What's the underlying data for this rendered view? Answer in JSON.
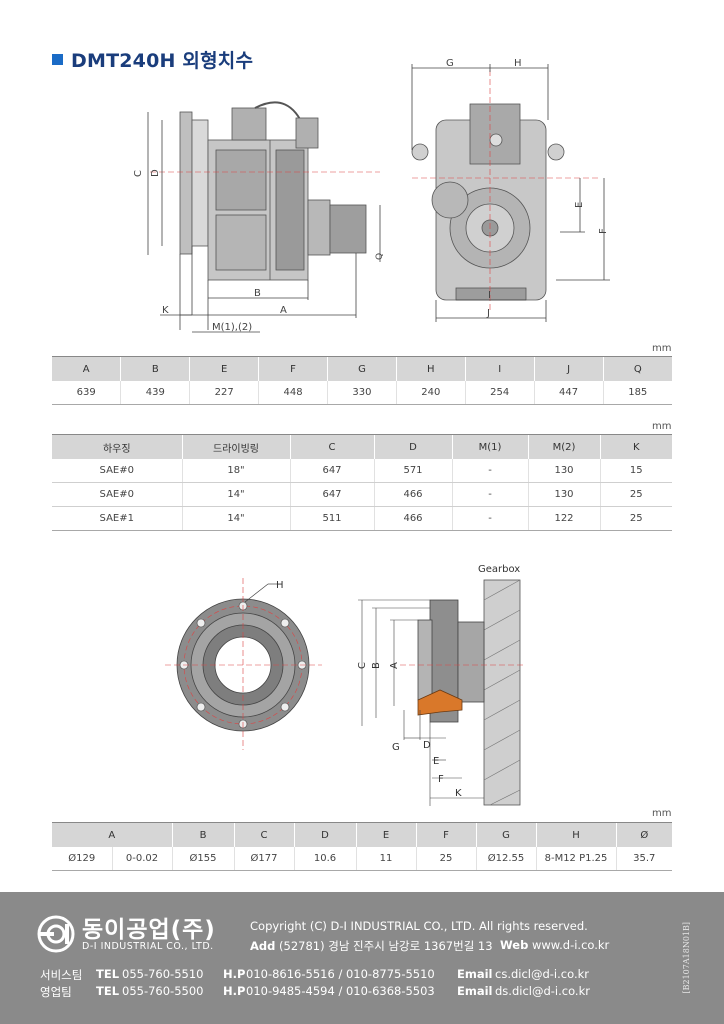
{
  "title": "DMT240H 외형치수",
  "unit": "mm",
  "colors": {
    "title": "#1a3d7c",
    "accent": "#1a6bc6",
    "footer_bg": "#8a8a8a",
    "coupling_highlight": "#d9782a"
  },
  "top_drawing": {
    "labels": {
      "C": "C",
      "D": "D",
      "K": "K",
      "B": "B",
      "A": "A",
      "M": "M(1),(2)",
      "Q": "Q",
      "G": "G",
      "H": "H",
      "E": "E",
      "F": "F",
      "I": "I",
      "J": "J"
    }
  },
  "table1": {
    "headers": [
      "A",
      "B",
      "E",
      "F",
      "G",
      "H",
      "I",
      "J",
      "Q"
    ],
    "rows": [
      [
        "639",
        "439",
        "227",
        "448",
        "330",
        "240",
        "254",
        "447",
        "185"
      ]
    ]
  },
  "table2": {
    "headers": [
      "하우징",
      "드라이빙링",
      "C",
      "D",
      "M(1)",
      "M(2)",
      "K"
    ],
    "rows": [
      [
        "SAE#0",
        "18\"",
        "647",
        "571",
        "-",
        "130",
        "15"
      ],
      [
        "SAE#0",
        "14\"",
        "647",
        "466",
        "-",
        "130",
        "25"
      ],
      [
        "SAE#1",
        "14\"",
        "511",
        "466",
        "-",
        "122",
        "25"
      ]
    ]
  },
  "coupling_drawing": {
    "gearbox_label": "Gearbox",
    "labels": {
      "H": "H",
      "C": "C",
      "B": "B",
      "A": "A",
      "G": "G",
      "D": "D",
      "E": "E",
      "F": "F",
      "K": "K"
    }
  },
  "table3": {
    "headers": [
      "A",
      "B",
      "C",
      "D",
      "E",
      "F",
      "G",
      "H",
      "Ø"
    ],
    "rows": [
      [
        "Ø129",
        "0-0.02",
        "Ø155",
        "Ø177",
        "10.6",
        "11",
        "25",
        "Ø12.55",
        "8-M12 P1.25",
        "35.7"
      ]
    ]
  },
  "footer": {
    "brand_kr": "동이공업(주)",
    "brand_en": "D-I INDUSTRIAL CO., LTD.",
    "copyright": "Copyright (C) D-I INDUSTRIAL CO., LTD. All rights reserved.",
    "addr_label": "Add",
    "addr_value": "(52781) 경남 진주시 남강로 1367번길 13",
    "web_label": "Web",
    "web_value": "www.d-i.co.kr",
    "service": {
      "team": "서비스팀",
      "tel_label": "TEL",
      "tel": "055-760-5510",
      "hp_label": "H.P",
      "hp": "010-8616-5516 / 010-8775-5510",
      "email_label": "Email",
      "email": "cs.dicl@d-i.co.kr"
    },
    "sales": {
      "team": "영업팀",
      "tel_label": "TEL",
      "tel": "055-760-5500",
      "hp_label": "H.P",
      "hp": "010-9485-4594 / 010-6368-5503",
      "email_label": "Email",
      "email": "ds.dicl@d-i.co.kr"
    },
    "doc_code": "[B2107A18N01B]"
  }
}
